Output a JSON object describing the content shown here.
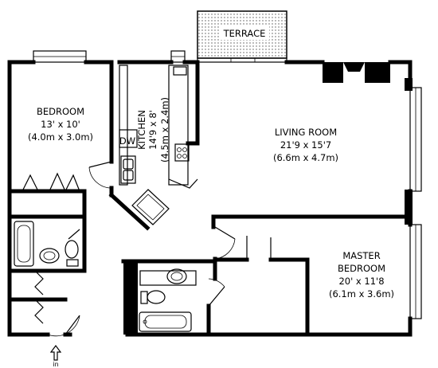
{
  "rooms": {
    "terrace": {
      "name": "TERRACE"
    },
    "bedroom": {
      "name": "BEDROOM",
      "dims_imperial": "13' x 10'",
      "dims_metric": "(4.0m x 3.0m)"
    },
    "kitchen": {
      "name": "KITCHEN",
      "dims_imperial": "14'9 x 8'",
      "dims_metric": "(4.5m x 2.4m)",
      "appliance": "DW"
    },
    "living_room": {
      "name": "LIVING ROOM",
      "dims_imperial": "21'9 x 15'7",
      "dims_metric": "(6.6m x 4.7m)"
    },
    "master_bedroom": {
      "name_line1": "MASTER",
      "name_line2": "BEDROOM",
      "dims_imperial": "20' x 11'8",
      "dims_metric": "(6.1m x 3.6m)"
    }
  },
  "entrance": {
    "label": "in"
  }
}
